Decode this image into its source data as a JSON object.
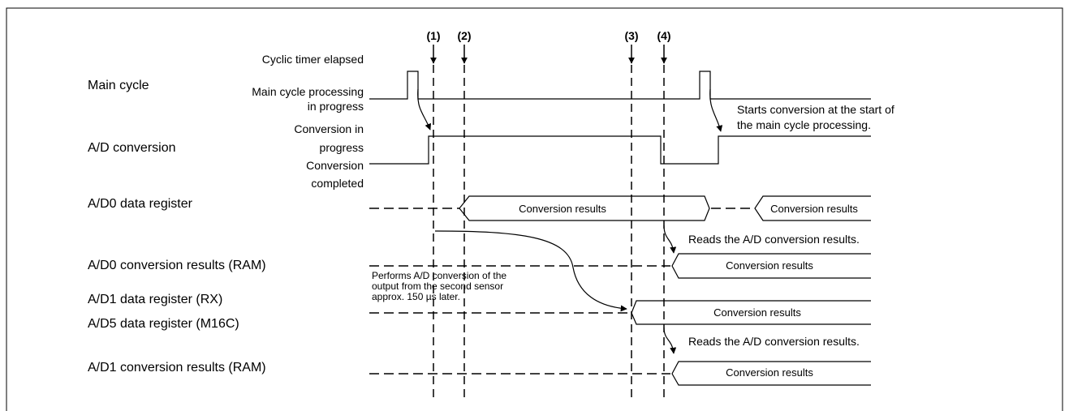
{
  "markers": [
    "(1)",
    "(2)",
    "(3)",
    "(4)"
  ],
  "rows": {
    "main_cycle": "Main cycle",
    "ad_conversion": "A/D conversion",
    "ad0_data_register": "A/D0 data register",
    "ad0_results_ram": "A/D0 conversion results (RAM)",
    "ad1_data_register_rx": "A/D1 data register (RX)",
    "ad5_data_register_m16c": "A/D5 data register (M16C)",
    "ad1_results_ram": "A/D1 conversion results (RAM)"
  },
  "signal_labels": {
    "cyclic_timer_elapsed": "Cyclic timer elapsed",
    "main_processing_line1": "Main cycle processing",
    "main_processing_line2": "in progress",
    "conv_in_progress_line1": "Conversion in",
    "conv_in_progress_line2": "progress",
    "conv_completed_line1": "Conversion",
    "conv_completed_line2": "completed"
  },
  "cells": {
    "ad0_register_a": "Conversion results",
    "ad0_register_b": "Conversion results",
    "ad0_ram": "Conversion results",
    "ad1_register": "Conversion results",
    "ad1_ram": "Conversion results"
  },
  "notes": {
    "starts_conversion_line1": "Starts conversion at the start of",
    "starts_conversion_line2": "the main cycle processing.",
    "reads_results_1": "Reads the A/D conversion results.",
    "reads_results_2": "Reads the A/D conversion results.",
    "second_sensor_line1": "Performs A/D conversion of the",
    "second_sensor_line2": "output from the second sensor",
    "second_sensor_line3": "approx. 150 µs later."
  }
}
